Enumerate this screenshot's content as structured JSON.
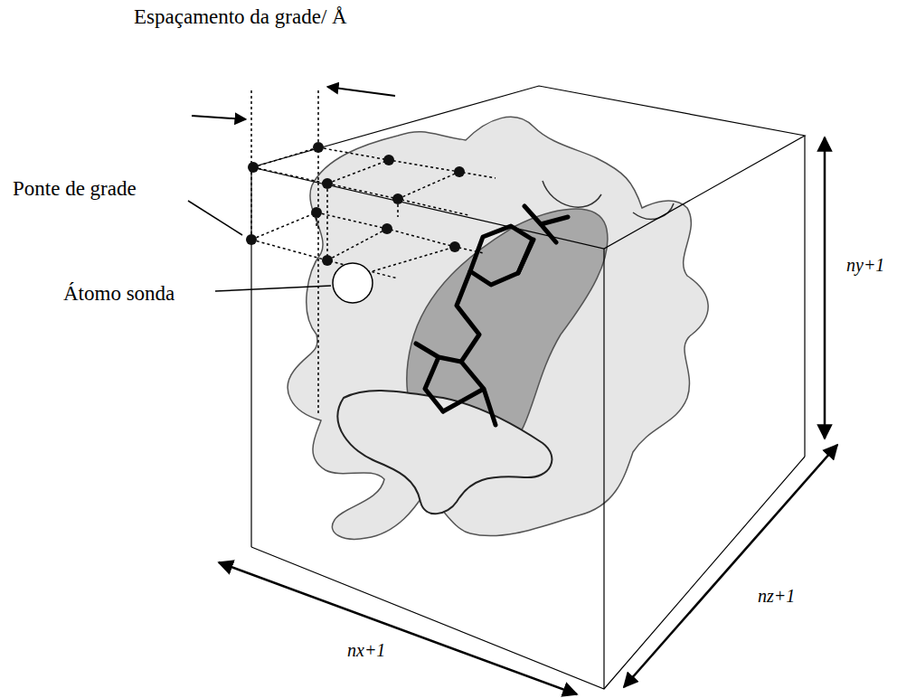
{
  "diagram": {
    "labels": [
      "Espaçamento da grade/ Å",
      "Ponte de grade",
      "Átomo sonda",
      "ny+1",
      "nz+1",
      "nx+1"
    ]
  }
}
